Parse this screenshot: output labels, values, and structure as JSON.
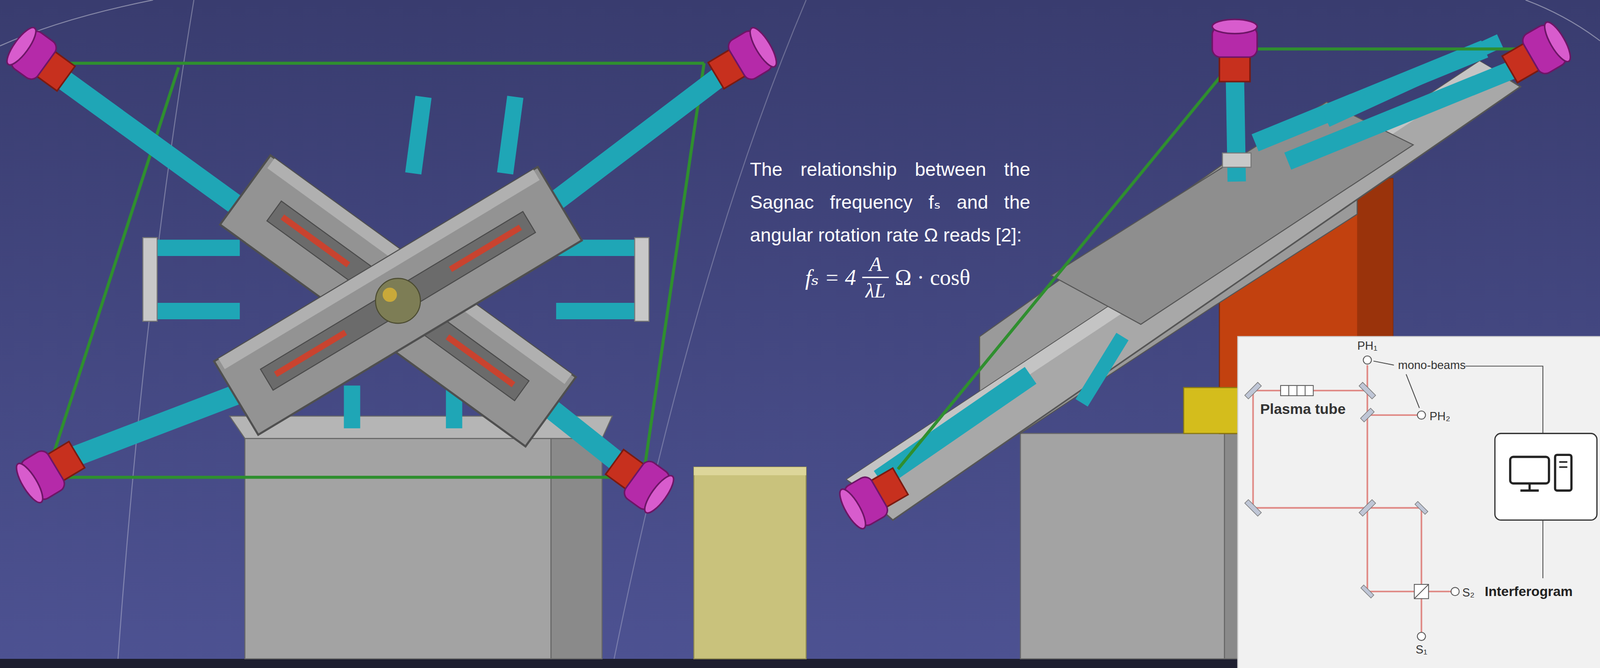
{
  "diagram": {
    "labels": [
      "The relationship between the Sagnac frequency fₛ and the angular rotation rate Ω reads [2]:",
      "fₛ = 4",
      "A",
      "λL",
      "Ω · cosθ",
      "PH₁",
      "mono-beams",
      "PH₂",
      "Plasma tube",
      "S₂",
      "Interferogram",
      "S₁"
    ]
  }
}
